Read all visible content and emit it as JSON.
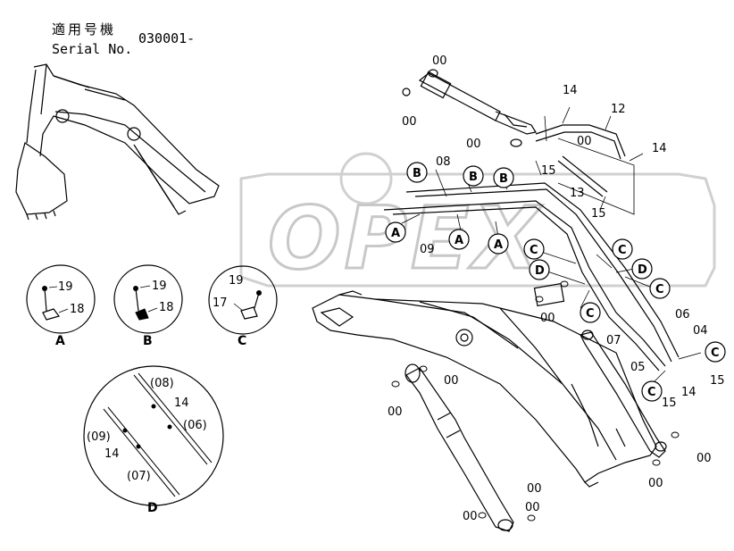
{
  "header": {
    "applicable_models_label": "適用号機",
    "serial_label": "Serial No.",
    "serial_value": "030001-"
  },
  "watermark": "OPEX",
  "callouts": {
    "part_00": "00",
    "part_04": "04",
    "part_05": "05",
    "part_06": "06",
    "part_07": "07",
    "part_08": "08",
    "part_09": "09",
    "part_12": "12",
    "part_13": "13",
    "part_14": "14",
    "part_15": "15",
    "part_17": "17",
    "part_18": "18",
    "part_19": "19"
  },
  "detail_tags": {
    "A": "A",
    "B": "B",
    "C": "C",
    "D": "D"
  },
  "detail_d_labels": {
    "p08": "(08)",
    "p06": "(06)",
    "p09": "(09)",
    "p07": "(07)",
    "p14": "14"
  },
  "colors": {
    "line": "#000000",
    "watermark": "#c8c8c8",
    "background": "#ffffff"
  }
}
